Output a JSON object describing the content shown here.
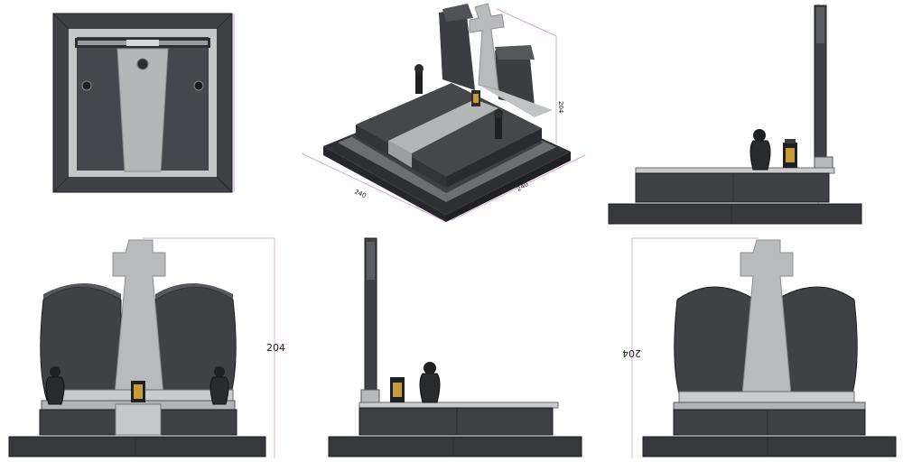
{
  "sheet": {
    "title": "",
    "views": [
      {
        "id": "top",
        "name": "top-view"
      },
      {
        "id": "iso",
        "name": "isometric-view"
      },
      {
        "id": "side-right",
        "name": "side-view-right"
      },
      {
        "id": "front",
        "name": "front-view"
      },
      {
        "id": "side-left",
        "name": "side-view-left"
      },
      {
        "id": "back",
        "name": "back-view"
      }
    ]
  },
  "dimensions": {
    "height": "204",
    "height_iso": "204",
    "width_iso": "240",
    "depth_iso": "240"
  },
  "colors": {
    "granite_dark": "#3c3e42",
    "granite_mid": "#4a4c51",
    "granite_light": "#b6b8ba",
    "trim_light": "#d2d3d4",
    "dim_line": "#d38ad3",
    "edge": "#1d1e20",
    "lamp_glass": "#c79a3c"
  },
  "icons": [
    "cross-icon",
    "vase-icon",
    "lamp-icon"
  ]
}
